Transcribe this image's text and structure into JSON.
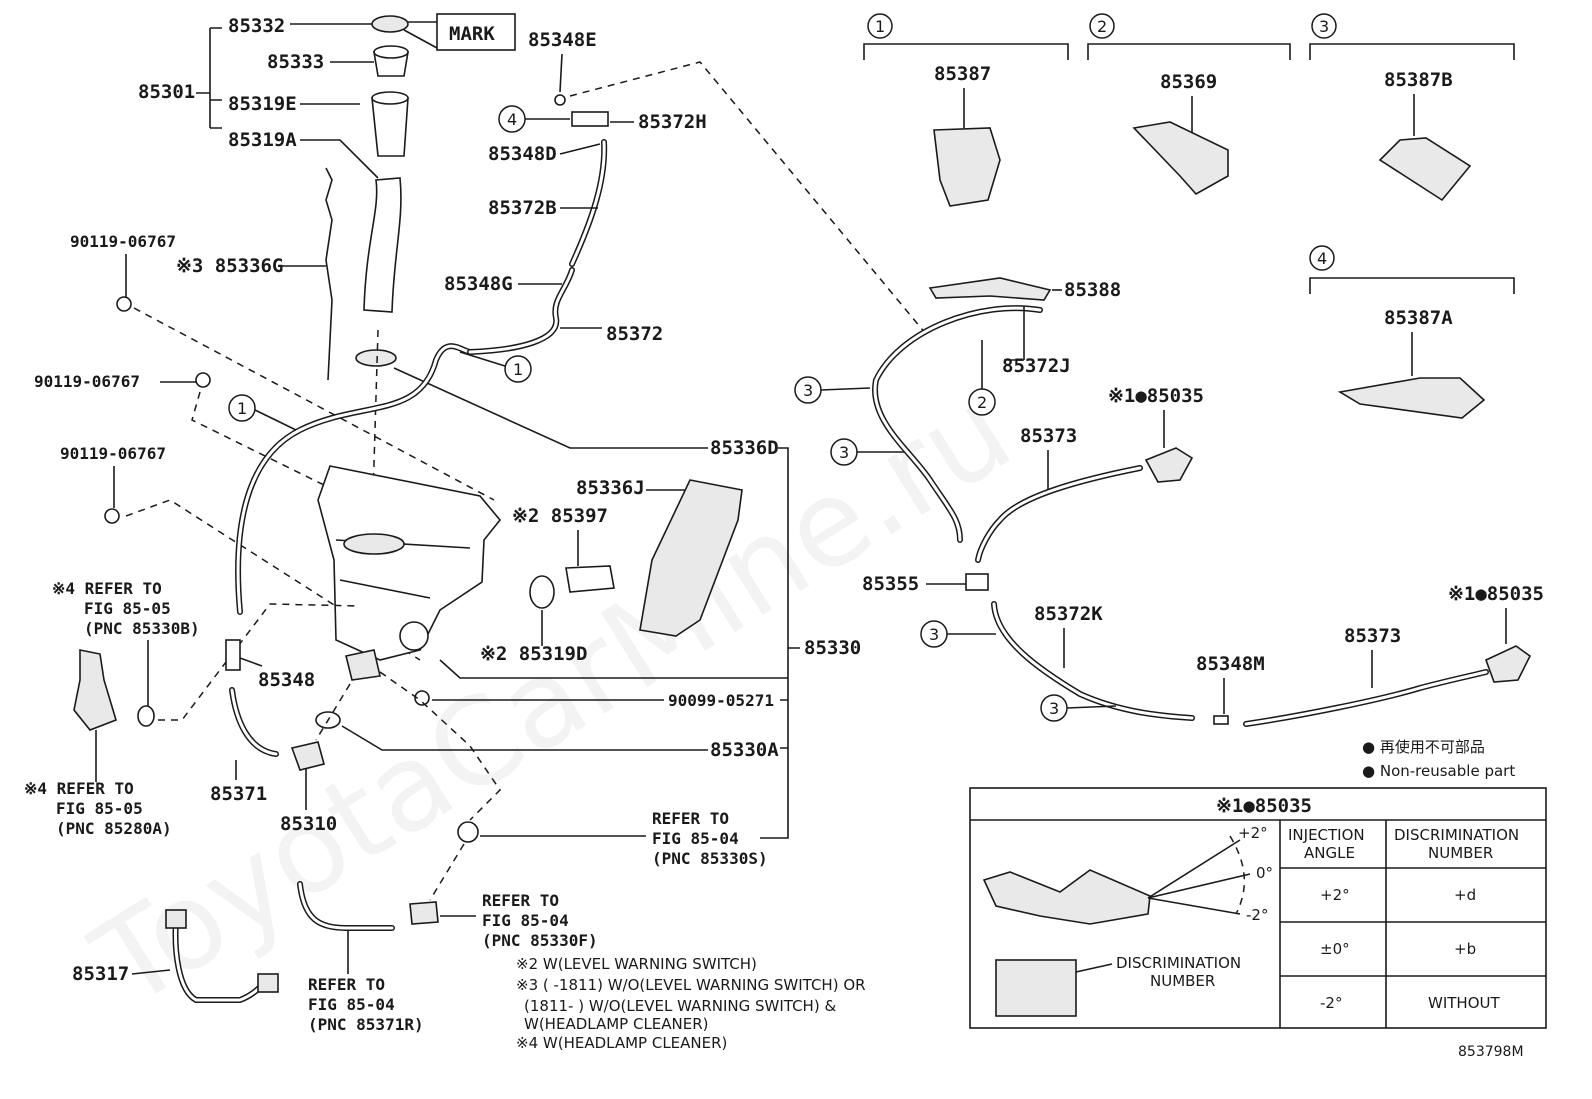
{
  "watermark": "ToyotaCarMine.ru",
  "parts": {
    "p85332": "85332",
    "mark": "MARK",
    "p85333": "85333",
    "p85301": "85301",
    "p85319E": "85319E",
    "p85319A": "85319A",
    "p85348E": "85348E",
    "p85372H": "85372H",
    "p85348D": "85348D",
    "p85372B": "85372B",
    "p85348G": "85348G",
    "p85372": "85372",
    "c4_85372H": "4",
    "p90119a": "90119-06767",
    "p90119b": "90119-06767",
    "p90119c": "90119-06767",
    "p85336G": "※3 85336G",
    "p85336D": "85336D",
    "p85336J": "85336J",
    "p85397": "※2 85397",
    "p85319D": "※2 85319D",
    "p85330": "85330",
    "p90099": "90099-05271",
    "p85330A": "85330A",
    "p85348": "85348",
    "p85371": "85371",
    "p85310": "85310",
    "p85317": "85317",
    "c1a": "1",
    "c1b": "1"
  },
  "refers": {
    "r1": [
      "※4 REFER TO",
      "FIG 85-05",
      "(PNC 85330B)"
    ],
    "r2": [
      "※4 REFER TO",
      "FIG 85-05",
      "(PNC 85280A)"
    ],
    "r3": [
      "REFER TO",
      "FIG 85-04",
      "(PNC 85330S)"
    ],
    "r4": [
      "REFER TO",
      "FIG 85-04",
      "(PNC 85330F)"
    ],
    "r5": [
      "REFER TO",
      "FIG 85-04",
      "(PNC 85371R)"
    ]
  },
  "notes": {
    "n2": "※2 W(LEVEL WARNING SWITCH)",
    "n3a": "※3 (        -1811) W/O(LEVEL WARNING SWITCH) OR",
    "n3b": "(1811-        ) W/O(LEVEL WARNING SWITCH) &",
    "n3c": "W(HEADLAMP CLEANER)",
    "n4": "※4 W(HEADLAMP CLEANER)"
  },
  "groups": {
    "g1": {
      "num": "1",
      "part": "85387"
    },
    "g2": {
      "num": "2",
      "part": "85369"
    },
    "g3": {
      "num": "3",
      "part": "85387B"
    },
    "g4": {
      "num": "4",
      "part": "85387A"
    }
  },
  "right": {
    "p85388": "85388",
    "p85372J": "85372J",
    "c2": "2",
    "p85035a": "※1●85035",
    "p85373a": "85373",
    "c3a": "3",
    "c3b": "3",
    "p85355": "85355",
    "p85372K": "85372K",
    "c3c": "3",
    "c3d": "3",
    "p85348M": "85348M",
    "p85373b": "85373",
    "p85035b": "※1●85035"
  },
  "legend": {
    "jp": "● 再使用不可部品",
    "en": "● Non-reusable part"
  },
  "table": {
    "title": "※1●85035",
    "col1": [
      "INJECTION",
      "ANGLE"
    ],
    "col2": [
      "DISCRIMINATION",
      "NUMBER"
    ],
    "rows": [
      {
        "angle": "+2°",
        "number": "+d"
      },
      {
        "angle": "±0°",
        "number": "+b"
      },
      {
        "angle": "-2°",
        "number": "WITHOUT"
      }
    ],
    "angle_plus": "+2°",
    "angle_zero": "0°",
    "angle_minus": "-2°",
    "disc_label": [
      "DISCRIMINATION",
      "NUMBER"
    ]
  },
  "figure_id": "853798M"
}
